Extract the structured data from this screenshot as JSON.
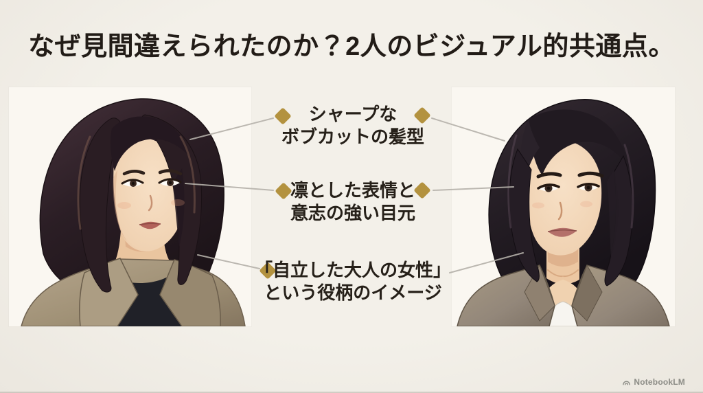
{
  "title": "なぜ見間違えられたのか？2人のビジュアル的共通点。",
  "points": [
    {
      "line1": "シャープな",
      "line2": "ボブカットの髪型"
    },
    {
      "line1": "凛とした表情と",
      "line2": "意志の強い目元"
    },
    {
      "line1": "「自立した大人の女性」",
      "line2": "という役柄のイメージ"
    }
  ],
  "portraits": {
    "left": {
      "alt": "ボブカットの女性のイラスト（左）"
    },
    "right": {
      "alt": "ボブカットの女性のイラスト（右）"
    }
  },
  "watermark": {
    "label": "NotebookLM"
  },
  "colors": {
    "background": "#f3f0e9",
    "panel": "#faf7f1",
    "title_text": "#221c17",
    "body_text": "#262019",
    "diamond": "#b3923f",
    "connector": "#b5b1aa",
    "watermark_text": "#8b8b85"
  }
}
